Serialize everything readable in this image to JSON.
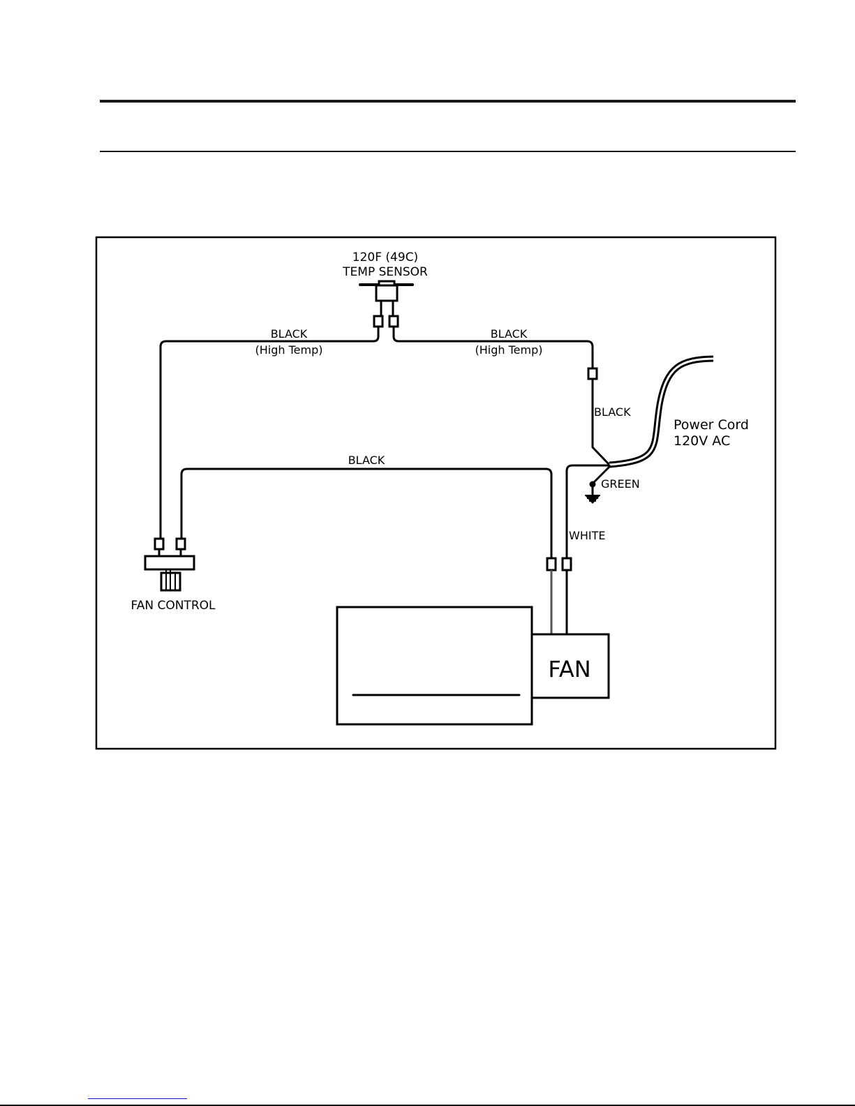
{
  "page": {
    "header_rules": [
      "top",
      "mid"
    ],
    "footer_link_visible": true
  },
  "diagram": {
    "title": "",
    "components": {
      "temp_sensor": {
        "line1": "120F (49C)",
        "line2": "TEMP SENSOR"
      },
      "fan_control": {
        "label": "FAN CONTROL"
      },
      "fan": {
        "label": "FAN"
      },
      "power_cord": {
        "line1": "Power Cord",
        "line2": "120V AC"
      },
      "ground": {
        "label": "GREEN"
      }
    },
    "wires": {
      "left_high_temp": {
        "color": "BLACK",
        "note": "(High Temp)"
      },
      "right_high_temp": {
        "color": "BLACK",
        "note": "(High Temp)"
      },
      "cord_black": {
        "color": "BLACK"
      },
      "control_to_fan": {
        "color": "BLACK"
      },
      "neutral": {
        "color": "WHITE"
      }
    }
  }
}
